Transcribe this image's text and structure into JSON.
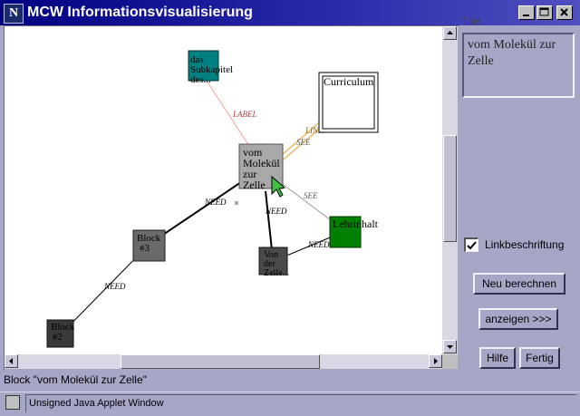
{
  "window": {
    "title": "MCW Informationsvisualisierung",
    "app_icon": "N",
    "controls": [
      "minimize-icon",
      "maximize-icon",
      "close-icon"
    ]
  },
  "graph": {
    "nodes": [
      {
        "id": "subkapitel",
        "label": [
          "das",
          "Subkapitel",
          "des..."
        ],
        "color": "#008080"
      },
      {
        "id": "curriculum",
        "label": [
          "Curriculum"
        ],
        "color": "#ffffff"
      },
      {
        "id": "molekuel",
        "label": [
          "vom",
          "Molekül",
          "zur",
          "Zelle"
        ],
        "color": "#a0a0a0",
        "selected": true
      },
      {
        "id": "lehrinhalt",
        "label": [
          "Lehrinhalt"
        ],
        "color": "#008000"
      },
      {
        "id": "block3",
        "label": [
          "Block",
          "#3"
        ],
        "color": "#6a6a6a"
      },
      {
        "id": "vonder",
        "label": [
          "Von",
          "der",
          "Zelle..."
        ],
        "color": "#4a4a4a"
      },
      {
        "id": "block2",
        "label": [
          "Block",
          "#2"
        ],
        "color": "#3a3a3a"
      }
    ],
    "links": [
      {
        "label": "LABEL"
      },
      {
        "label": "LINK"
      },
      {
        "label": "SEE"
      },
      {
        "label": "SEE"
      },
      {
        "label": "NEED"
      },
      {
        "label": "NEED"
      },
      {
        "label": "NEED"
      },
      {
        "label": "NEED"
      }
    ]
  },
  "sidebar": {
    "info_heading": "Titel",
    "info_text": "vom Molekül zur Zelle",
    "checkbox_label": "Linkbeschriftung",
    "checkbox_checked": true,
    "btn_recalc": "Neu berechnen",
    "btn_show": "anzeigen >>>",
    "btn_help": "Hilfe",
    "btn_done": "Fertig"
  },
  "status": "Block \"vom Molekül zur Zelle\"",
  "applet_warning": "Unsigned Java Applet Window"
}
